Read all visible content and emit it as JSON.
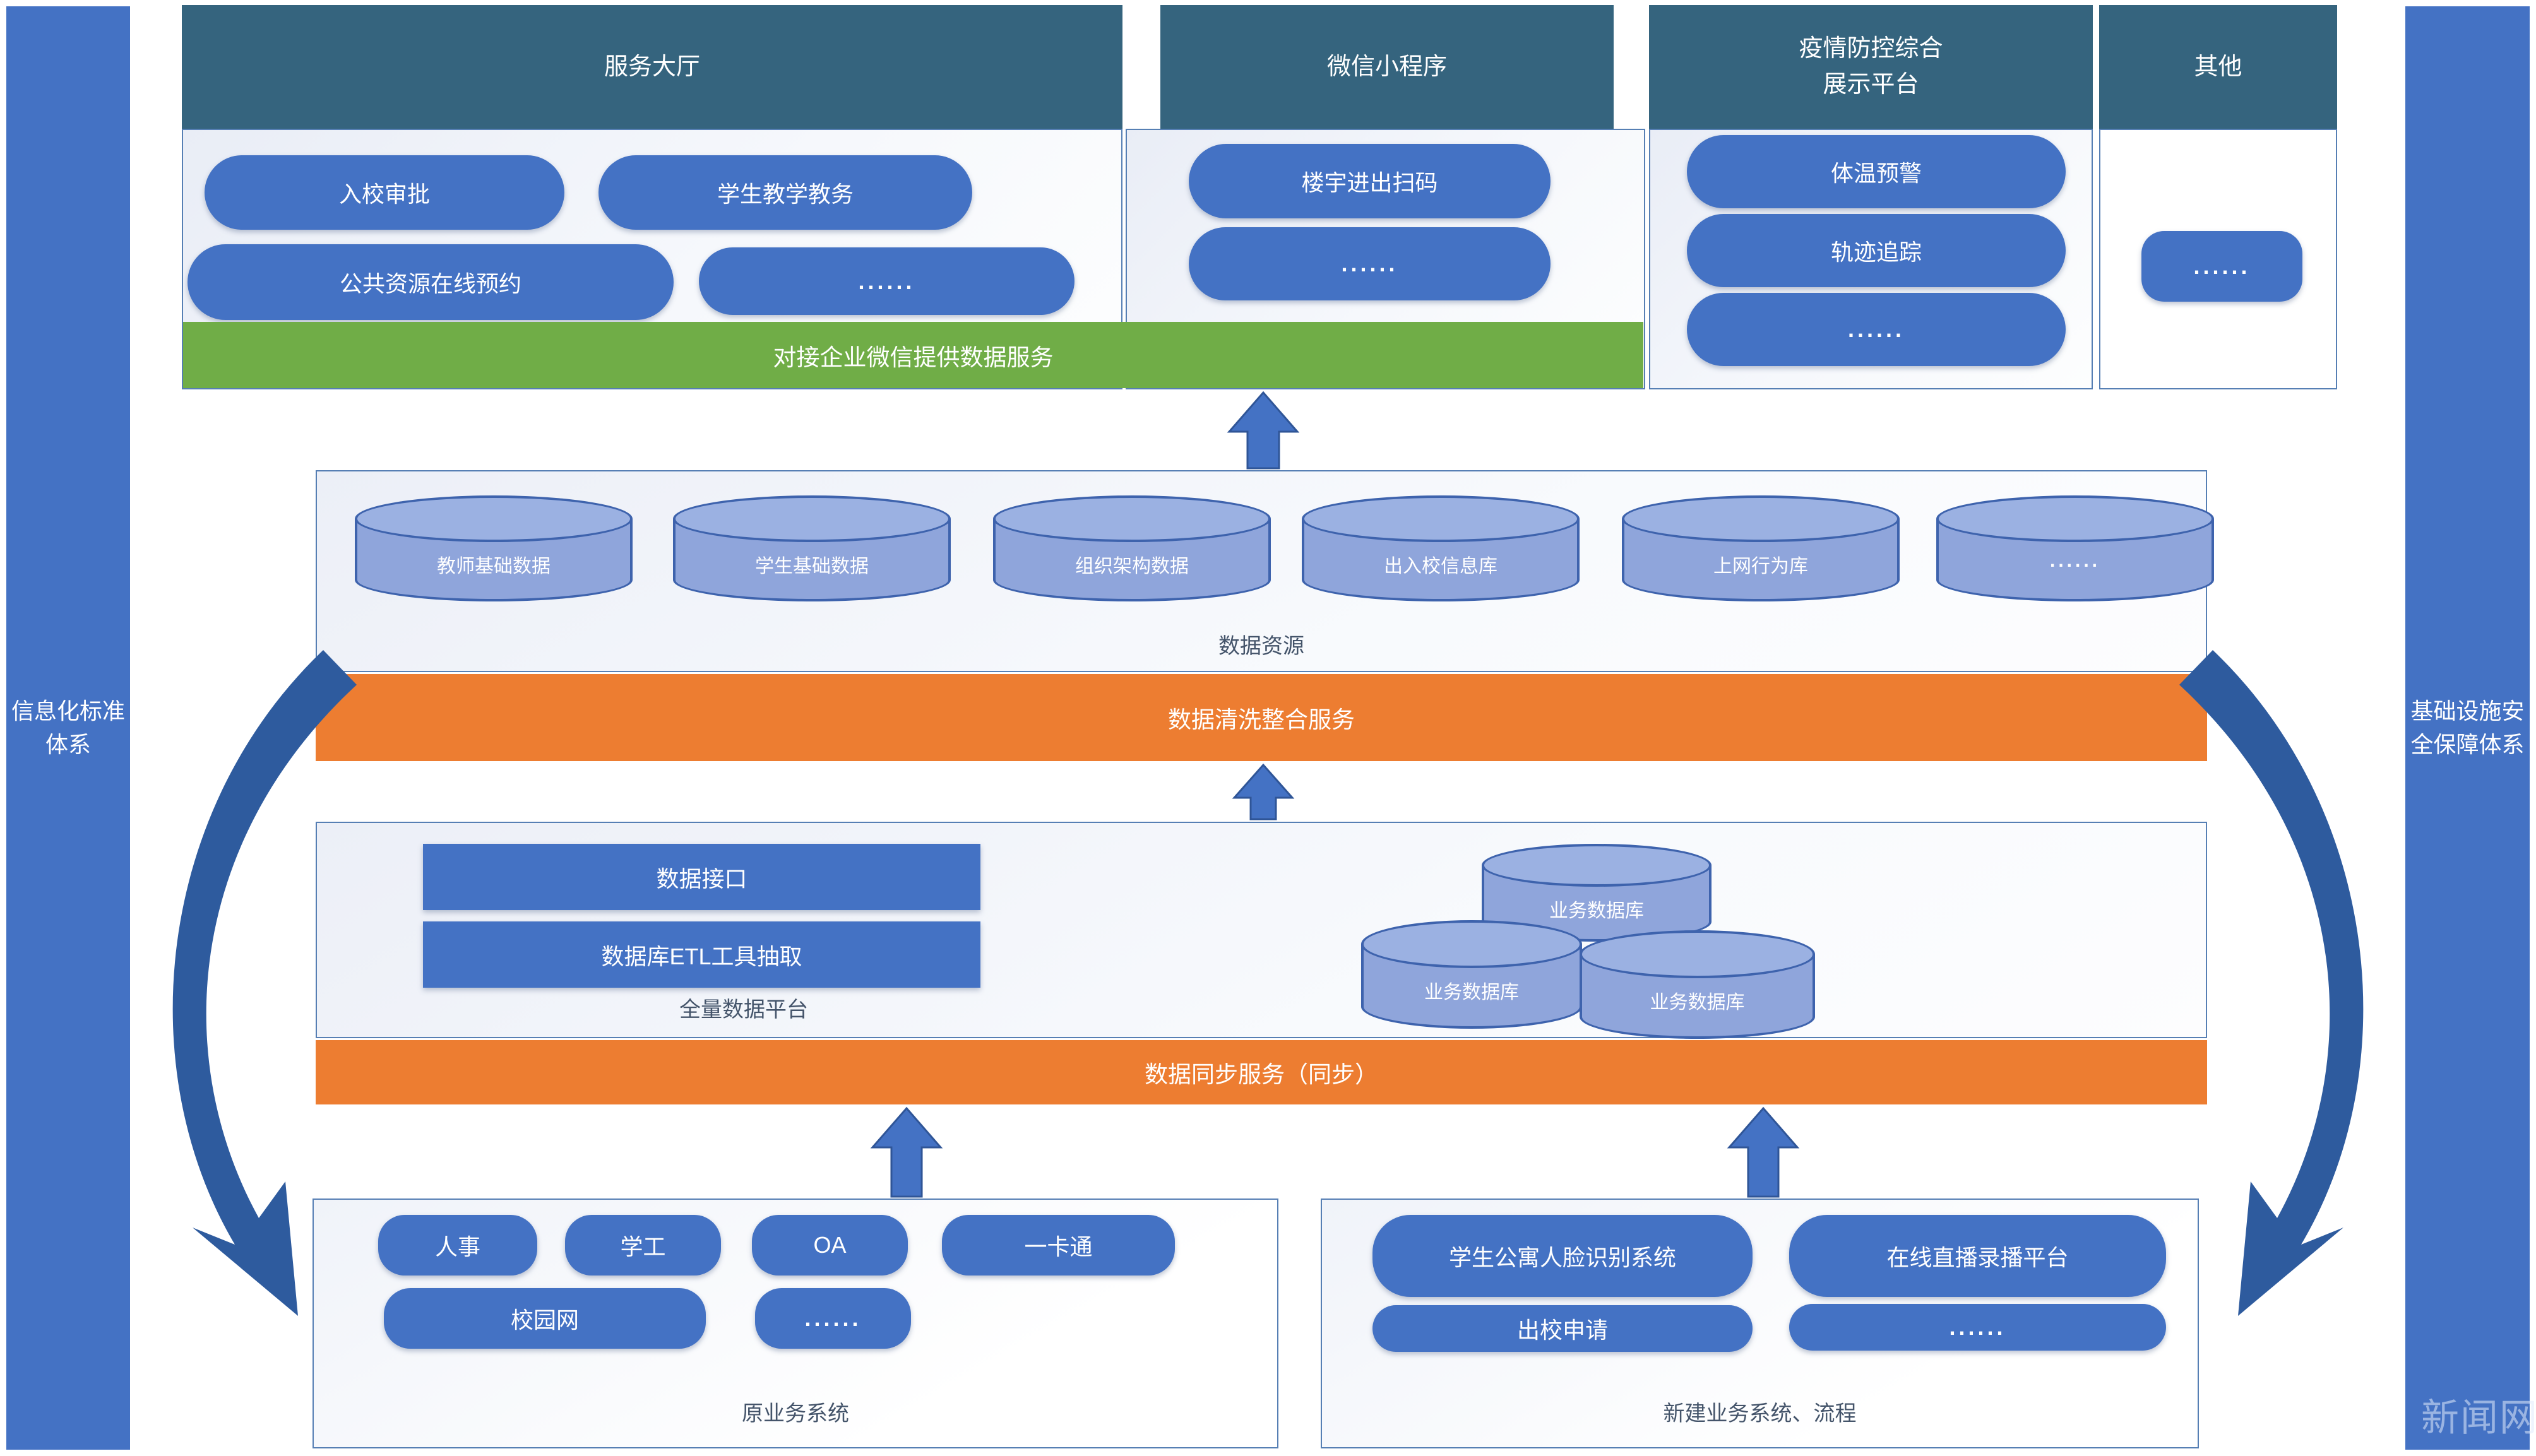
{
  "colors": {
    "accent_blue": "#4472C4",
    "teal_header": "#35647E",
    "green": "#70AD47",
    "orange": "#ED7D31",
    "cylinder": "#8FA5DB",
    "arrow_dark": "#2E5B9E"
  },
  "sidebar_left": {
    "label": "信息化标准体系"
  },
  "sidebar_right": {
    "label": "基础设施安全保障体系",
    "watermark": "新闻网"
  },
  "sections": [
    {
      "title": "服务大厅",
      "buttons": [
        {
          "label": "入校审批"
        },
        {
          "label": "学生教学教务"
        },
        {
          "label": "公共资源在线预约"
        },
        {
          "label": "......"
        }
      ]
    },
    {
      "title": "微信小程序",
      "buttons": [
        {
          "label": "楼宇进出扫码"
        },
        {
          "label": "......"
        }
      ]
    },
    {
      "title": "疫情防控综合\n展示平台",
      "buttons": [
        {
          "label": "体温预警"
        },
        {
          "label": "轨迹追踪"
        },
        {
          "label": "......"
        }
      ]
    },
    {
      "title": "其他",
      "buttons": [
        {
          "label": "......"
        }
      ]
    }
  ],
  "green_bar": {
    "label": "对接企业微信提供数据服务"
  },
  "data_resource": {
    "label": "数据资源",
    "cylinders": [
      {
        "label": "教师基础数据"
      },
      {
        "label": "学生基础数据"
      },
      {
        "label": "组织架构数据"
      },
      {
        "label": "出入校信息库"
      },
      {
        "label": "上网行为库"
      },
      {
        "label": "......"
      }
    ]
  },
  "clean_bar": {
    "label": "数据清洗整合服务"
  },
  "platform": {
    "label": "全量数据平台",
    "blocks": [
      {
        "label": "数据接口"
      },
      {
        "label": "数据库ETL工具抽取"
      }
    ],
    "cylinders": [
      {
        "label": "业务数据库"
      },
      {
        "label": "业务数据库"
      },
      {
        "label": "业务数据库"
      }
    ]
  },
  "sync_bar": {
    "label": "数据同步服务（同步）"
  },
  "legacy": {
    "label": "原业务系统",
    "row1": [
      {
        "label": "人事"
      },
      {
        "label": "学工"
      },
      {
        "label": "OA"
      },
      {
        "label": "一卡通"
      }
    ],
    "row2": [
      {
        "label": "校园网"
      },
      {
        "label": "......"
      }
    ]
  },
  "newsys": {
    "label": "新建业务系统、流程",
    "row1": [
      {
        "label": "学生公寓人脸识别系统"
      },
      {
        "label": "在线直播录播平台"
      }
    ],
    "row2": [
      {
        "label": "出校申请"
      },
      {
        "label": "......"
      }
    ]
  }
}
